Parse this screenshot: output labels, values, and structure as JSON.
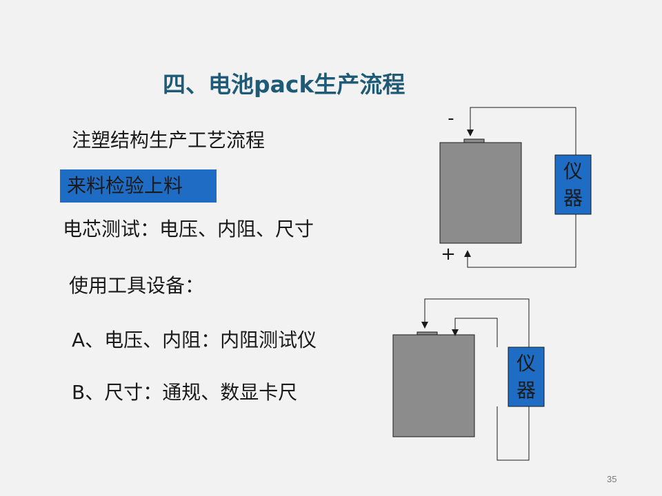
{
  "slide": {
    "title": "四、电池pack生产流程",
    "subtitle": "注塑结构生产工艺流程",
    "step_box": "来料检验上料",
    "cell_test": "电芯测试：电压、内阻、尺寸",
    "tools_heading": "使用工具设备：",
    "item_a": "A、电压、内阻：内阻测试仪",
    "item_b": "B、尺寸：通规、数显卡尺",
    "page_number": "35"
  },
  "diagram": {
    "meter_label_line1": "仪",
    "meter_label_line2": "器",
    "minus_symbol": "-",
    "plus_symbol": "+",
    "colors": {
      "battery_fill": "#8c8c8c",
      "meter_fill": "#1f6cc4",
      "wire": "#1a1a1a",
      "title": "#1f5a76"
    }
  }
}
